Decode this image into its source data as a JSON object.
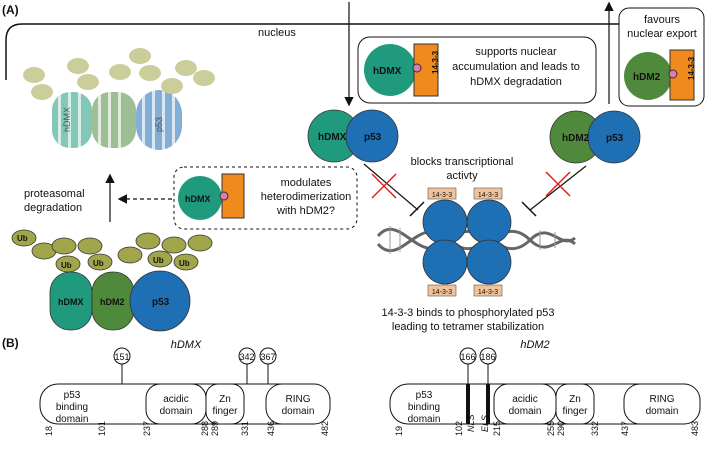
{
  "panel_a": {
    "label": "(A)",
    "nucleus": "nucleus",
    "supports_box": [
      "supports nuclear",
      "accumulation and leads to",
      "hDMX degradation"
    ],
    "favours_box": [
      "favours",
      "nuclear export"
    ],
    "modulates_box": [
      "modulates",
      "heterodimerization",
      "with hDM2?"
    ],
    "proteasomal": [
      "proteasomal",
      "degradation"
    ],
    "blocks": [
      "blocks transcriptional",
      "activty"
    ],
    "tetramer_caption": [
      "14-3-3 binds to phosphorylated p53",
      "leading to tetramer stabilization"
    ],
    "hdmx": "hDMX",
    "hdm2": "hDM2",
    "p53": "p53",
    "ub": "Ub",
    "prot_1433": "14-3-3"
  },
  "panel_b": {
    "label": "(B)",
    "hdmx": {
      "title": "hDMX",
      "domains": [
        "p53 binding domain",
        "acidic domain",
        "Zn finger",
        "RING domain"
      ],
      "sites": [
        "151",
        "342",
        "367"
      ],
      "ticks": [
        "18",
        "101",
        "237",
        "288",
        "289",
        "331",
        "436",
        "482"
      ]
    },
    "hdm2": {
      "title": "hDM2",
      "domains": [
        "p53 binding domain",
        "acidic domain",
        "Zn finger",
        "RING domain"
      ],
      "sites": [
        "166",
        "186"
      ],
      "signals": [
        "NLS",
        "ELS"
      ],
      "ticks": [
        "19",
        "102",
        "215",
        "255",
        "290",
        "332",
        "437",
        "483"
      ]
    }
  },
  "colors": {
    "hdmx": "#1f9a7c",
    "hdm2": "#4f8a3c",
    "p53": "#1f6fb5",
    "ub": "#a2a64a",
    "prot_1433": "#f08a1c",
    "inhibit": "#e02020"
  }
}
